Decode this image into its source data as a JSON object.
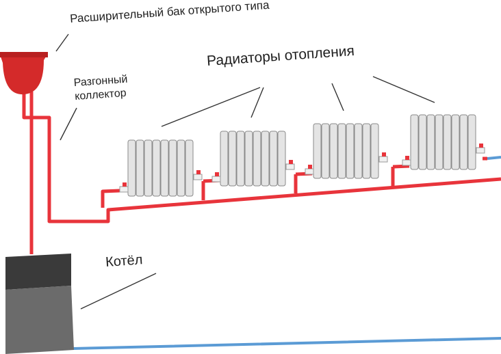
{
  "labels": {
    "expansion_tank": "Расширительный бак открытого типа",
    "radiators": "Радиаторы отопления",
    "collector_line1": "Разгонный",
    "collector_line2": "коллектор",
    "boiler": "Котёл"
  },
  "components": {
    "radiator_count": 4,
    "radiator_sections": 8
  },
  "colors": {
    "supply_pipe": "#e8343b",
    "return_pipe": "#5b9bd5",
    "tank": "#d42a2a",
    "boiler_top": "#3a3a3a",
    "boiler_body": "#6b6b6b",
    "radiator_fill": "#e4e4e4",
    "radiator_stroke": "#8a8a8a",
    "leader_line": "#333333",
    "text": "#1f1f1f"
  }
}
